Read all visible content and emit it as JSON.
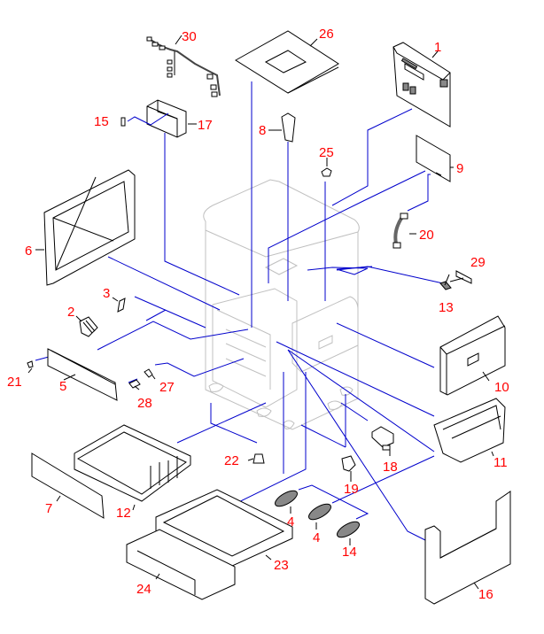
{
  "diagram": {
    "type": "exploded-parts-diagram",
    "colors": {
      "label": "#ff0000",
      "leader_line": "#0000cc",
      "part_outline": "#000000",
      "assembly_ghost": "#c0c0c0"
    },
    "callouts": [
      {
        "id": "1",
        "text": "1"
      },
      {
        "id": "2",
        "text": "2"
      },
      {
        "id": "3",
        "text": "3"
      },
      {
        "id": "4a",
        "text": "4"
      },
      {
        "id": "4b",
        "text": "4"
      },
      {
        "id": "5",
        "text": "5"
      },
      {
        "id": "6",
        "text": "6"
      },
      {
        "id": "7",
        "text": "7"
      },
      {
        "id": "8",
        "text": "8"
      },
      {
        "id": "9",
        "text": "9"
      },
      {
        "id": "10",
        "text": "10"
      },
      {
        "id": "11",
        "text": "11"
      },
      {
        "id": "12",
        "text": "12"
      },
      {
        "id": "13",
        "text": "13"
      },
      {
        "id": "14",
        "text": "14"
      },
      {
        "id": "15",
        "text": "15"
      },
      {
        "id": "16",
        "text": "16"
      },
      {
        "id": "17",
        "text": "17"
      },
      {
        "id": "18",
        "text": "18"
      },
      {
        "id": "19",
        "text": "19"
      },
      {
        "id": "20",
        "text": "20"
      },
      {
        "id": "21",
        "text": "21"
      },
      {
        "id": "22",
        "text": "22"
      },
      {
        "id": "23",
        "text": "23"
      },
      {
        "id": "24",
        "text": "24"
      },
      {
        "id": "25",
        "text": "25"
      },
      {
        "id": "26",
        "text": "26"
      },
      {
        "id": "27",
        "text": "27"
      },
      {
        "id": "28",
        "text": "28"
      },
      {
        "id": "29",
        "text": "29"
      },
      {
        "id": "30",
        "text": "30"
      }
    ]
  }
}
